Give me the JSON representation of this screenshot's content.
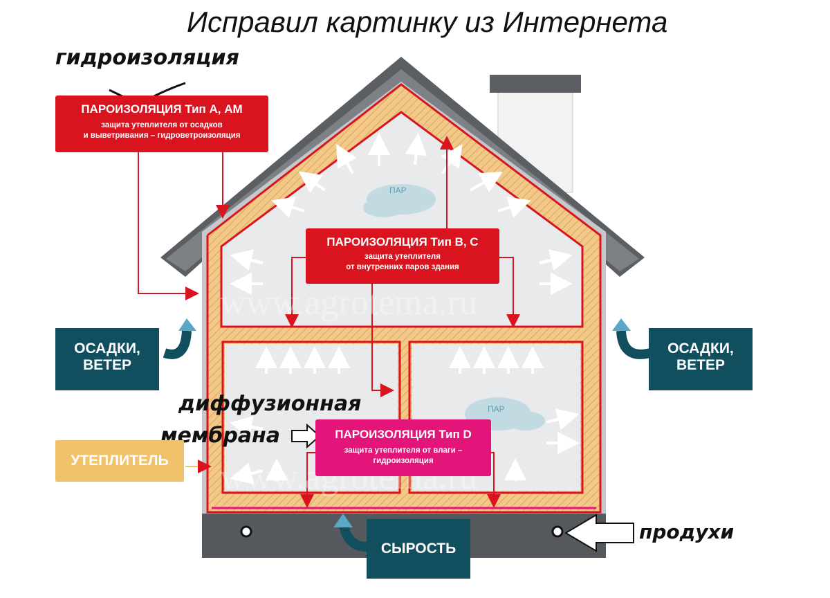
{
  "title": "Исправил картинку из Интернета",
  "annotations": {
    "hydro": "гидроизоляция",
    "diffusion_line1": "диффузионная",
    "diffusion_line2": "мембрана",
    "vents": "продухи"
  },
  "box_a": {
    "heading": "ПАРОИЗОЛЯЦИЯ Тип А, АМ",
    "line1": "защита утеплителя от осадков",
    "line2": "и выветривания – гидроветроизоляция"
  },
  "box_bc": {
    "heading": "ПАРОИЗОЛЯЦИЯ Тип В, С",
    "line1": "защита утеплителя",
    "line2": "от внутренних паров здания"
  },
  "box_d": {
    "heading": "ПАРОИЗОЛЯЦИЯ Тип D",
    "line1": "защита утеплителя от влаги –",
    "line2": "гидроизоляция"
  },
  "left_weather": {
    "line1": "ОСАДКИ,",
    "line2": "ВЕТЕР"
  },
  "right_weather": {
    "line1": "ОСАДКИ,",
    "line2": "ВЕТЕР"
  },
  "insulation": "УТЕПЛИТЕЛЬ",
  "dampness": "СЫРОСТЬ",
  "steam_label_top": "ПАР",
  "steam_label_bottom": "ПАР",
  "steam_label_partial": "ПА",
  "watermark": "www.agrotema.ru",
  "colors": {
    "red": "#d9141e",
    "teal": "#124f5e",
    "insulation": "#f1c26c",
    "pink": "#e3147a",
    "roof": "#5b5e63",
    "foundation": "#55585c"
  }
}
